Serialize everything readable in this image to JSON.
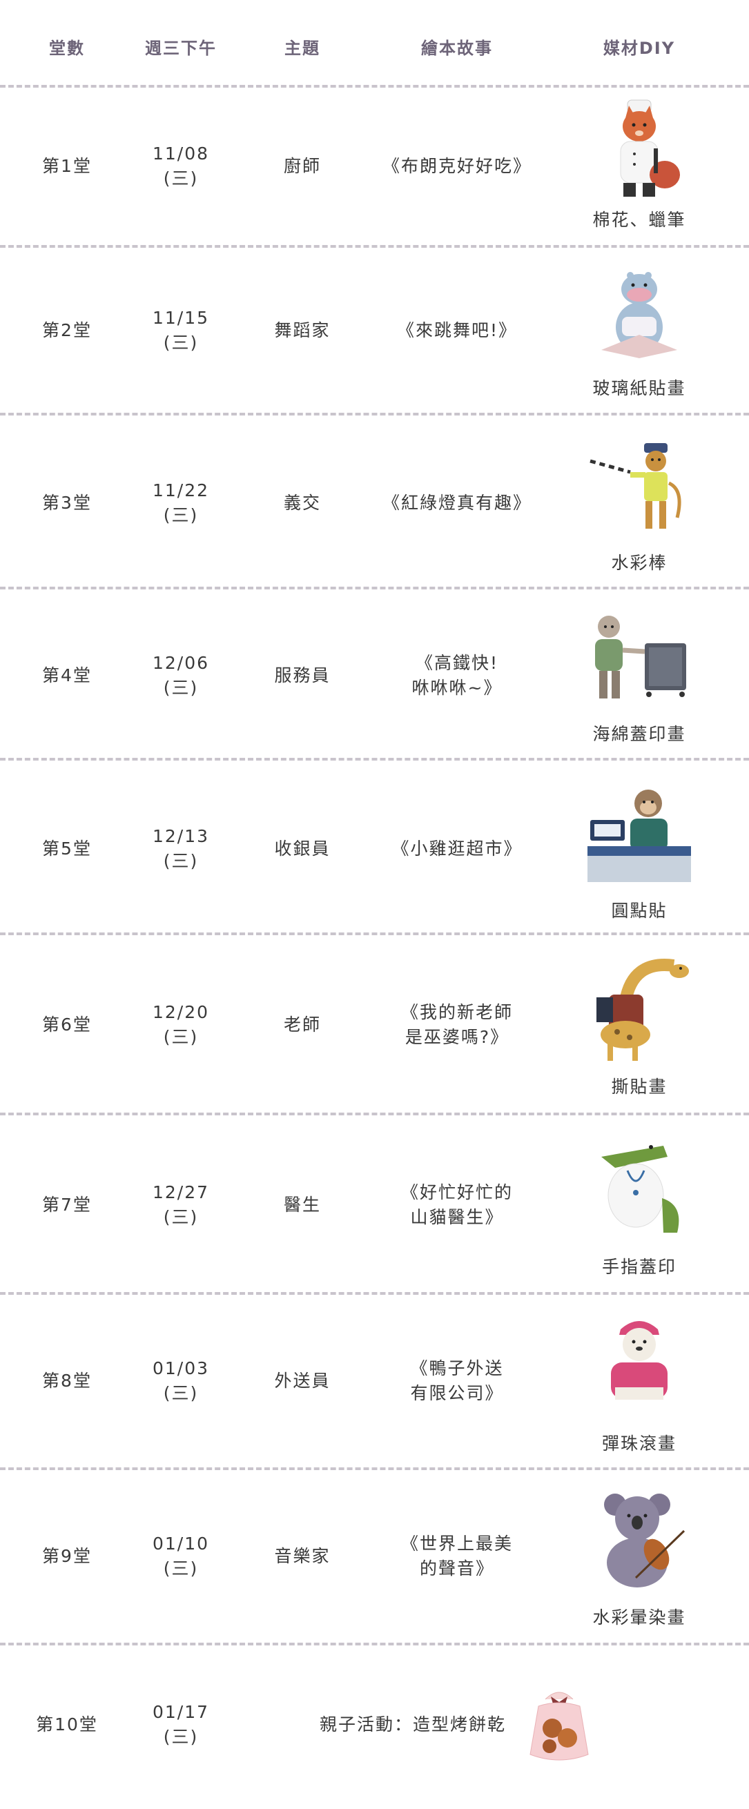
{
  "header": {
    "session": "堂數",
    "date": "週三下午",
    "theme": "主題",
    "story": "繪本故事",
    "diy": "媒材DIY"
  },
  "rows": [
    {
      "session": "第1堂",
      "date": "11/08",
      "day": "(三)",
      "theme": "廚師",
      "story": [
        "《布朗克好好吃》"
      ],
      "material": "棉花、蠟筆",
      "icon": "fox-chef-icon"
    },
    {
      "session": "第2堂",
      "date": "11/15",
      "day": "(三)",
      "theme": "舞蹈家",
      "story": [
        "《來跳舞吧!》"
      ],
      "material": "玻璃紙貼畫",
      "icon": "hippo-dancer-icon"
    },
    {
      "session": "第3堂",
      "date": "11/22",
      "day": "(三)",
      "theme": "義交",
      "story": [
        "《紅綠燈真有趣》"
      ],
      "material": "水彩棒",
      "icon": "monkey-traffic-officer-icon"
    },
    {
      "session": "第4堂",
      "date": "12/06",
      "day": "(三)",
      "theme": "服務員",
      "story": [
        "《高鐵快!",
        "咻咻咻~》"
      ],
      "material": "海綿蓋印畫",
      "icon": "sloth-attendant-icon"
    },
    {
      "session": "第5堂",
      "date": "12/13",
      "day": "(三)",
      "theme": "收銀員",
      "story": [
        "《小雞逛超市》"
      ],
      "material": "圓點貼",
      "icon": "monkey-cashier-icon"
    },
    {
      "session": "第6堂",
      "date": "12/20",
      "day": "(三)",
      "theme": "老師",
      "story": [
        "《我的新老師",
        "是巫婆嗎?》"
      ],
      "material": "撕貼畫",
      "icon": "giraffe-teacher-icon"
    },
    {
      "session": "第7堂",
      "date": "12/27",
      "day": "(三)",
      "theme": "醫生",
      "story": [
        "《好忙好忙的",
        "山貓醫生》"
      ],
      "material": "手指蓋印",
      "icon": "crocodile-doctor-icon"
    },
    {
      "session": "第8堂",
      "date": "01/03",
      "day": "(三)",
      "theme": "外送員",
      "story": [
        "《鴨子外送",
        "有限公司》"
      ],
      "material": "彈珠滾畫",
      "icon": "bear-delivery-icon"
    },
    {
      "session": "第9堂",
      "date": "01/10",
      "day": "(三)",
      "theme": "音樂家",
      "story": [
        "《世界上最美",
        "的聲音》"
      ],
      "material": "水彩暈染畫",
      "icon": "koala-violinist-icon"
    }
  ],
  "last_row": {
    "session": "第10堂",
    "date": "01/17",
    "day": "(三)",
    "activity": "親子活動：造型烤餅乾",
    "icon": "cookie-bag-icon"
  }
}
